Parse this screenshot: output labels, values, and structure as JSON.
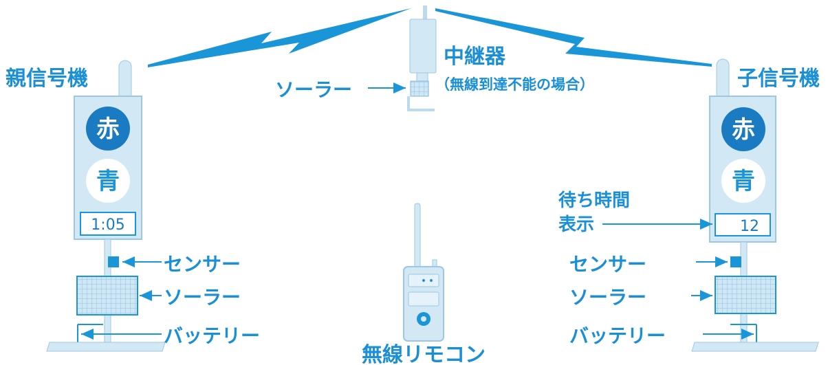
{
  "colors": {
    "blue": "#1a96d8",
    "device": "#d3e8f5",
    "device_edge": "#9cc7e2",
    "lamp_red": "#1a7bc2",
    "text_blue": "#1a8fd6"
  },
  "master_signal": {
    "title": "親信号機",
    "red_lamp": "赤",
    "green_lamp": "青",
    "display": "1:05"
  },
  "child_signal": {
    "title": "子信号機",
    "red_lamp": "赤",
    "green_lamp": "青",
    "display": "12",
    "display_label_line1": "待ち時間",
    "display_label_line2": "表示"
  },
  "repeater": {
    "title": "中継器",
    "note": "（無線到達不能の場合）",
    "solar_label": "ソーラー"
  },
  "parts": {
    "sensor": "センサー",
    "solar": "ソーラー",
    "battery": "バッテリー"
  },
  "remote": {
    "title": "無線リモコン"
  }
}
